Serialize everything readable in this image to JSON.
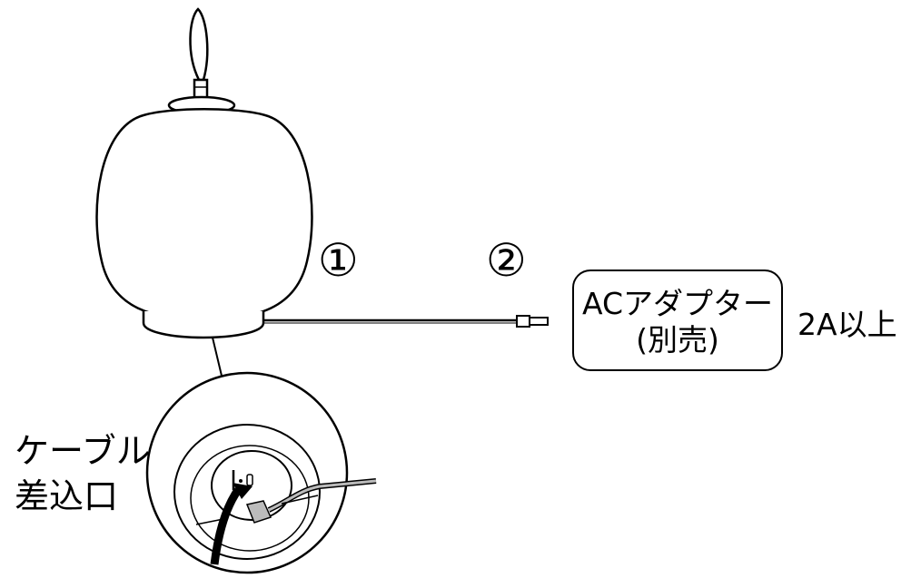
{
  "steps": {
    "step1": "①",
    "step2": "②"
  },
  "adapter": {
    "name": "ACアダプター",
    "note": "(別売)"
  },
  "rating": "2A以上",
  "port_label": {
    "line1": "ケーブル",
    "line2": "差込口"
  }
}
